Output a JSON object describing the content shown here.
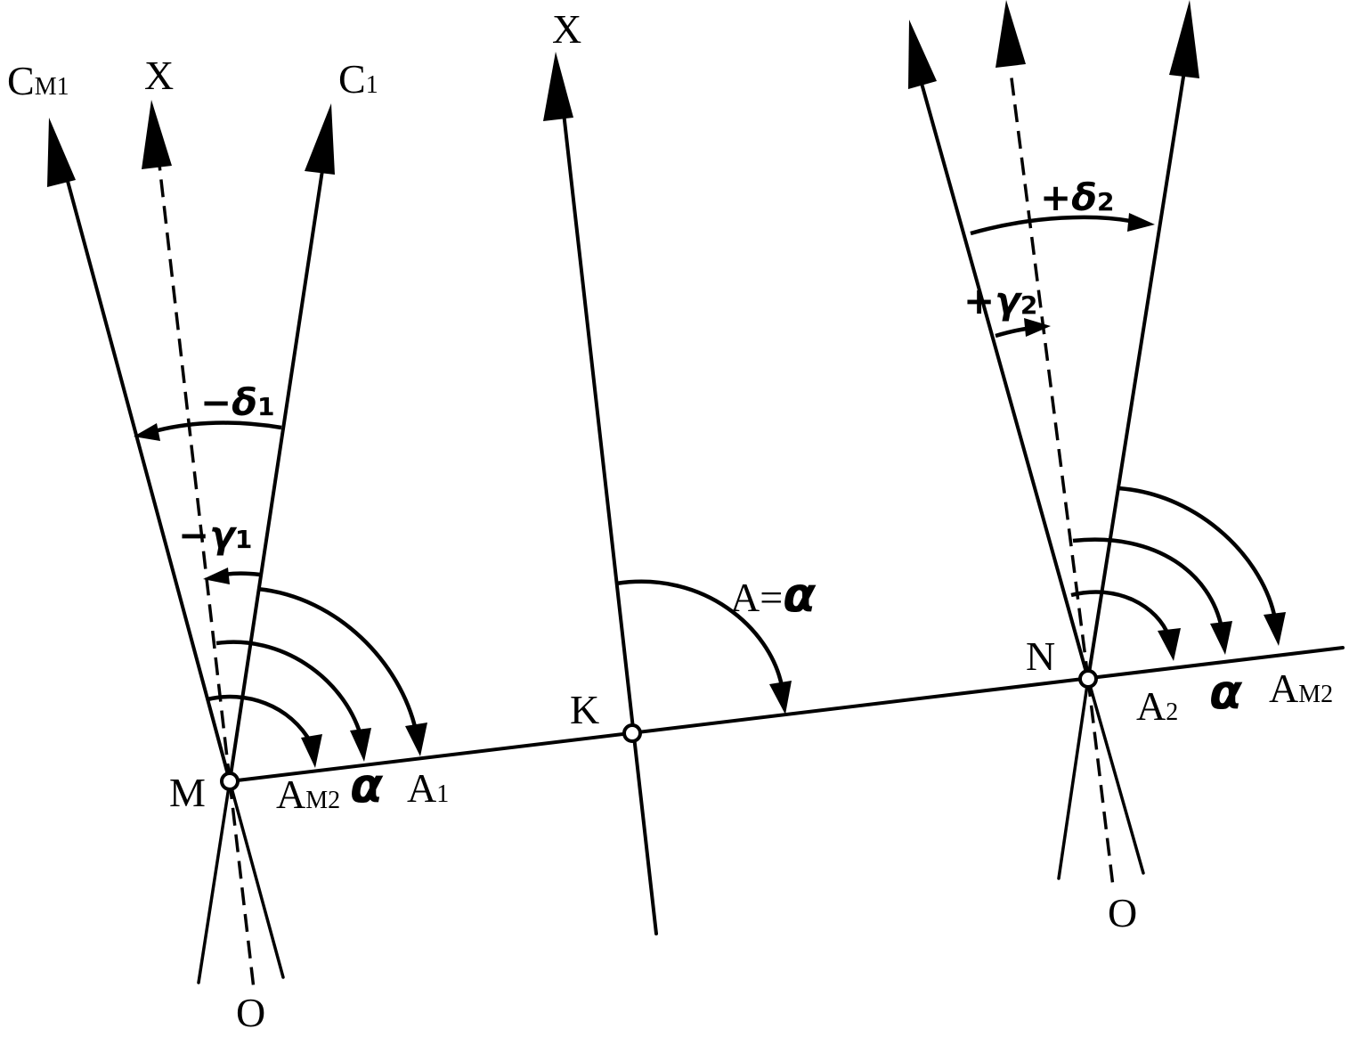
{
  "labels": {
    "point_m": "M",
    "point_k": "K",
    "point_n": "N",
    "axis_o_left": "O",
    "axis_o_right": "O",
    "axis_x_left": "X",
    "axis_x_center": "X",
    "dir_cm1_main": "C",
    "dir_cm1_sub": "M1",
    "dir_c1_main": "C",
    "dir_c1_sub": "1",
    "angle_a_alpha_prefix": "A=",
    "alpha_symbol": "α",
    "left_am2_main": "A",
    "left_am2_sub": "M2",
    "left_alpha": "α",
    "left_a1_main": "A",
    "left_a1_sub": "1",
    "right_a2_main": "A",
    "right_a2_sub": "2",
    "right_alpha": "α",
    "right_am2_main": "A",
    "right_am2_sub": "M2",
    "delta1_sign": "−δ",
    "delta1_sub": "1",
    "gamma1_sign": "−γ",
    "gamma1_sub": "1",
    "delta2_sign": "+δ",
    "delta2_sub": "2",
    "gamma2_sign": "+γ",
    "gamma2_sub": "2"
  },
  "colors": {
    "ink": "#000000",
    "background": "#ffffff"
  }
}
